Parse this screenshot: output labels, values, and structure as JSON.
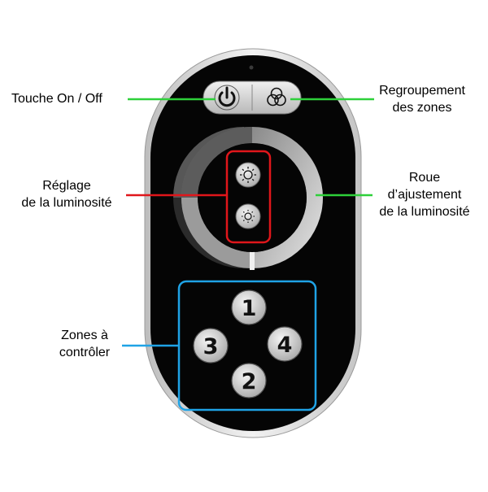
{
  "labels": {
    "power": [
      "Touche On / Off"
    ],
    "zones_group": [
      "Regroupement",
      "des zones"
    ],
    "brightness": [
      "Réglage",
      "de la luminosité"
    ],
    "wheel": [
      "Roue",
      "d’ajustement",
      "de la luminosité"
    ],
    "zones": [
      "Zones à",
      "contrôler"
    ]
  },
  "buttons": {
    "zone_1": "1",
    "zone_2": "2",
    "zone_3": "3",
    "zone_4": "4"
  },
  "colors": {
    "power_line": "#2ed03a",
    "zones_group_line": "#2ed03a",
    "wheel_line": "#2ed03a",
    "brightness_line": "#e0161b",
    "zones_line": "#1fa3e6",
    "remote_body": "#050505",
    "remote_shell": "#d9d9d9"
  },
  "icons": {
    "power": "power-icon",
    "zones_group": "venn-circles-icon",
    "brightness_up": "sun-bright-icon",
    "brightness_down": "sun-dim-icon"
  }
}
